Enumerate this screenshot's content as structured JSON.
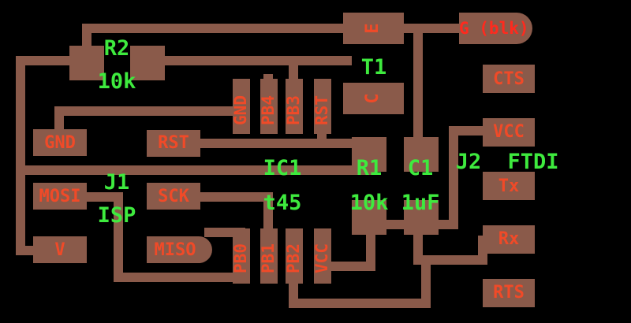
{
  "colors": {
    "background": "#000000",
    "copper": "#8A5A4A",
    "pad_label": "#F04A28",
    "component_label": "#3EEA3E",
    "net_label": "#FF2A1E"
  },
  "net_labels": {
    "gnd_blk": "G (blk)"
  },
  "pads": {
    "gnd": "GND",
    "rst": "RST",
    "mosi": "MOSI",
    "sck": "SCK",
    "v": "V",
    "miso": "MISO",
    "cts": "CTS",
    "vcc": "VCC",
    "tx": "Tx",
    "rx": "Rx",
    "rts": "RTS",
    "e": "E",
    "c": "C"
  },
  "ic_pins": {
    "gnd": "GND",
    "pb4": "PB4",
    "pb3": "PB3",
    "rst": "RST",
    "pb0": "PB0",
    "pb1": "PB1",
    "pb2": "PB2",
    "vcc": "VCC"
  },
  "components": {
    "r2_ref": "R2",
    "r2_val": "10k",
    "t1_ref": "T1",
    "j1_ref": "J1",
    "j1_val": "ISP",
    "ic1_ref": "IC1",
    "ic1_val": "t45",
    "r1_ref": "R1",
    "r1_val": "10k",
    "c1_ref": "C1",
    "c1_val": "1uF",
    "j2_ref": "J2",
    "j2_val": "FTDI"
  }
}
